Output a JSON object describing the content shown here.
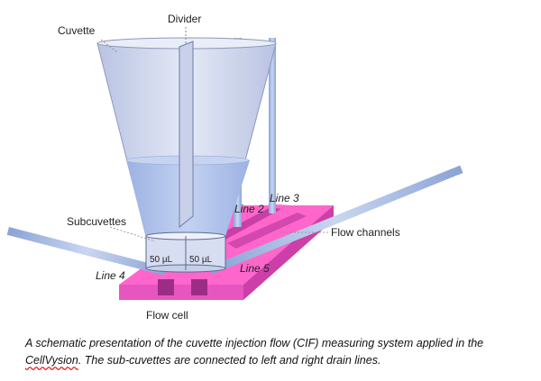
{
  "labels": {
    "cuvette": "Cuvette",
    "divider": "Divider",
    "subcuvettes": "Subcuvettes",
    "flow_channels": "Flow channels",
    "flow_cell": "Flow cell",
    "line2": "Line 2",
    "line3": "Line 3",
    "line4": "Line 4",
    "line5": "Line 5",
    "vol_left": "50 µL",
    "vol_right": "50 µL"
  },
  "caption": {
    "part1": "A schematic presentation of the cuvette injection flow (CIF) measuring system applied in the ",
    "brand": "CellVysion",
    "part2": ". The sub-cuvettes are connected to left and right drain lines."
  },
  "colors": {
    "flow_cell": "#ff66cc",
    "flow_cell_dark": "#cc2fa0",
    "cuvette_glass": "#c9d3ec",
    "liquid": "#a9bde9",
    "tubing": "#9fb4dc"
  }
}
